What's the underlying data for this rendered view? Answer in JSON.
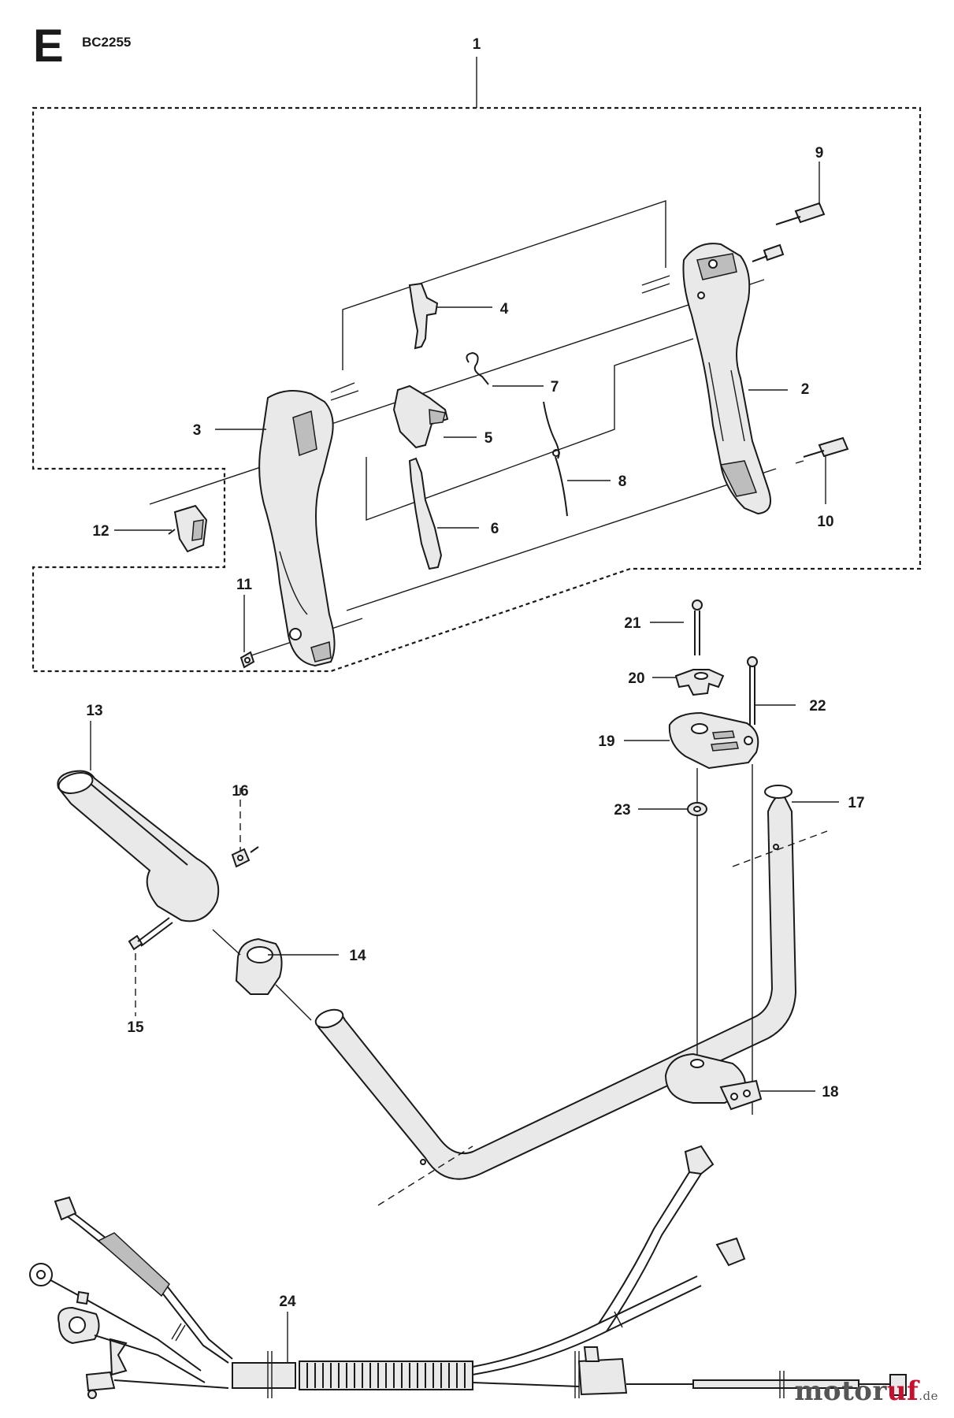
{
  "header": {
    "section": "E",
    "model": "BC2255"
  },
  "callouts": [
    "1",
    "2",
    "3",
    "4",
    "5",
    "6",
    "7",
    "8",
    "9",
    "10",
    "11",
    "12",
    "13",
    "14",
    "15",
    "16",
    "17",
    "18",
    "19",
    "20",
    "21",
    "22",
    "23",
    "24"
  ],
  "watermark": {
    "brand_main": "motor",
    "brand_accent": "uf",
    "tld": ".de"
  },
  "colors": {
    "line": "#1a1a1a",
    "part_fill": "#e9e9e9",
    "part_shade": "#bdbdbd",
    "accent": "#c8102e"
  }
}
